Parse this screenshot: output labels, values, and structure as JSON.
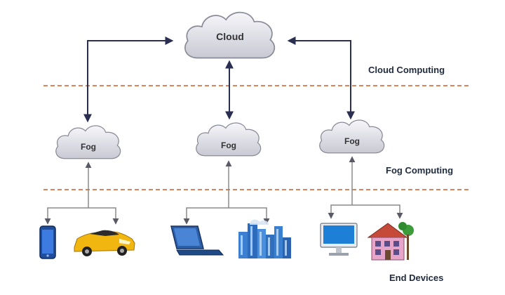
{
  "clouds": {
    "top": "Cloud",
    "fog_left": "Fog",
    "fog_middle": "Fog",
    "fog_right": "Fog"
  },
  "layers": {
    "cloud_computing": "Cloud Computing",
    "fog_computing": "Fog Computing",
    "end_devices": "End Devices"
  },
  "device_icons": {
    "left": [
      "smartphone-icon",
      "sports-car-icon"
    ],
    "middle": [
      "tablet-keyboard-icon",
      "city-buildings-icon"
    ],
    "right": [
      "desktop-monitor-icon",
      "house-icon"
    ]
  },
  "colors": {
    "cloud_fill": "#e3e3ea",
    "cloud_stroke": "#8a8a98",
    "arrow_dark": "#2a2e50",
    "arrow_light": "#8a8a8a",
    "divider": "#d9845a"
  }
}
